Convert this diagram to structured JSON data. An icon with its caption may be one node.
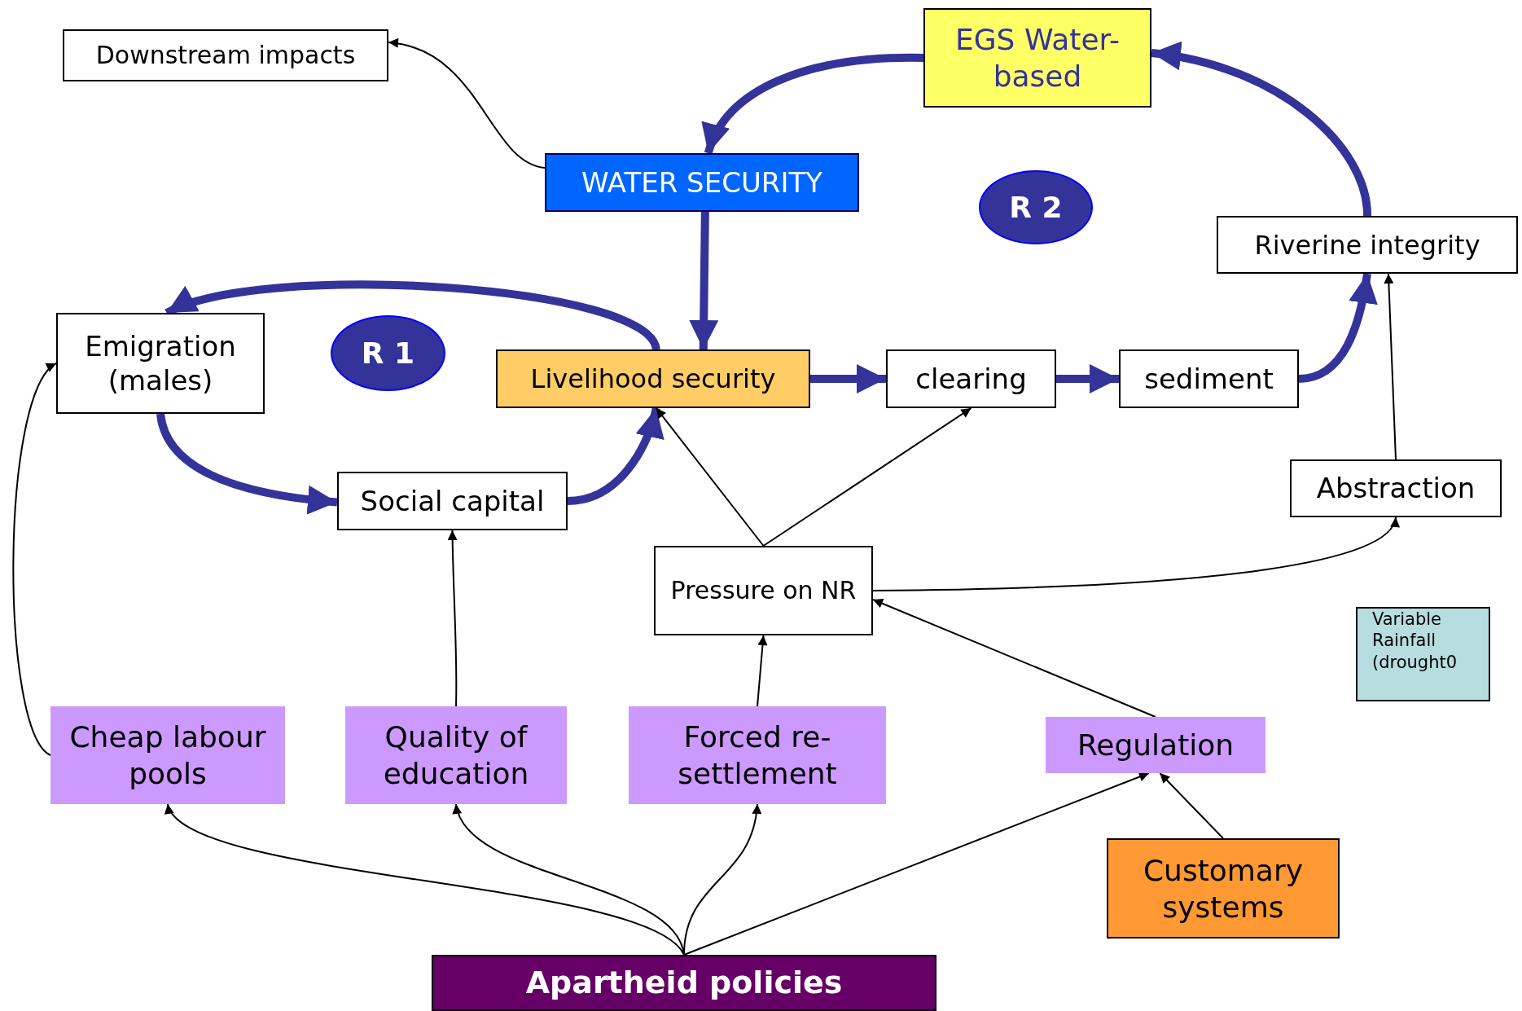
{
  "diagram": {
    "nodes": [
      {
        "text": [
          "Downstream impacts"
        ]
      },
      {
        "text": [
          "EGS Water-based"
        ]
      },
      {
        "text": [
          "WATER SECURITY"
        ]
      },
      {
        "text": [
          "R 2"
        ]
      },
      {
        "text": [
          "Riverine integrity"
        ]
      },
      {
        "text": [
          "Emigration (males)"
        ]
      },
      {
        "text": [
          "R 1"
        ]
      },
      {
        "text": [
          "Livelihood security"
        ]
      },
      {
        "text": [
          "clearing"
        ]
      },
      {
        "text": [
          "sediment"
        ]
      },
      {
        "text": [
          "Social capital"
        ]
      },
      {
        "text": [
          "Abstraction"
        ]
      },
      {
        "text": [
          "Pressure on NR"
        ]
      },
      {
        "text": [
          "Variable Rainfall (drought0"
        ]
      },
      {
        "text": [
          "Cheap labour pools"
        ]
      },
      {
        "text": [
          "Quality of education"
        ]
      },
      {
        "text": [
          "Forced re-settlement"
        ]
      },
      {
        "text": [
          "Regulation"
        ]
      },
      {
        "text": [
          "Customary systems"
        ]
      },
      {
        "text": [
          "Apartheid policies"
        ]
      }
    ],
    "edges": [
      {
        "from": 1,
        "to": 2,
        "arrow": "to",
        "style": "thick",
        "color": "#333399"
      },
      {
        "from": 4,
        "to": 1,
        "arrow": "to",
        "style": "thick",
        "color": "#333399"
      },
      {
        "from": 2,
        "to": 7,
        "arrow": "to",
        "style": "thick",
        "color": "#333399"
      },
      {
        "from": 7,
        "to": 5,
        "arrow": "to",
        "style": "thick",
        "color": "#333399"
      },
      {
        "from": 5,
        "to": 10,
        "arrow": "to",
        "style": "thick",
        "color": "#333399"
      },
      {
        "from": 10,
        "to": 7,
        "arrow": "to",
        "style": "thick",
        "color": "#333399"
      },
      {
        "from": 7,
        "to": 8,
        "arrow": "to",
        "style": "thick",
        "color": "#333399"
      },
      {
        "from": 8,
        "to": 9,
        "arrow": "to",
        "style": "thick",
        "color": "#333399"
      },
      {
        "from": 9,
        "to": 4,
        "arrow": "to",
        "style": "thick",
        "color": "#333399"
      },
      {
        "from": 2,
        "to": 0,
        "arrow": "to"
      },
      {
        "from": 12,
        "to": 7,
        "arrow": "to"
      },
      {
        "from": 12,
        "to": 8,
        "arrow": "to"
      },
      {
        "from": 12,
        "to": 11,
        "arrow": "to"
      },
      {
        "from": 11,
        "to": 4,
        "arrow": "to"
      },
      {
        "from": 14,
        "to": 5,
        "arrow": "to"
      },
      {
        "from": 15,
        "to": 10,
        "arrow": "to"
      },
      {
        "from": 16,
        "to": 12,
        "arrow": "to"
      },
      {
        "from": 17,
        "to": 12,
        "arrow": "to"
      },
      {
        "from": 18,
        "to": 17,
        "arrow": "to"
      },
      {
        "from": 19,
        "to": 14,
        "arrow": "to"
      },
      {
        "from": 19,
        "to": 15,
        "arrow": "to"
      },
      {
        "from": 19,
        "to": 16,
        "arrow": "to"
      },
      {
        "from": 19,
        "to": 17,
        "arrow": "to"
      }
    ]
  }
}
